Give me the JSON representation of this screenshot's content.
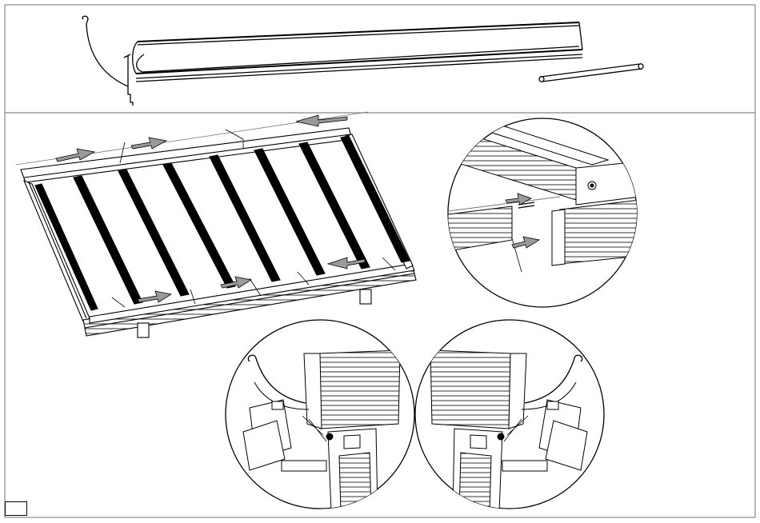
{
  "document": {
    "page_number": ""
  },
  "colors": {
    "ink": "#000000",
    "paper": "#ffffff",
    "arrow_fill": "#9a9a9a",
    "shade_light": "#d9d9d9",
    "shade_mid": "#b5b5b5"
  },
  "figures": [
    {
      "name": "gutter-profile-and-rod",
      "panel": "top"
    },
    {
      "name": "roof-assembly-overview",
      "panel": "bottom-left"
    },
    {
      "name": "detail-rod-insertion",
      "panel": "bottom-right-top"
    },
    {
      "name": "detail-gutter-left",
      "panel": "bottom-middle-left"
    },
    {
      "name": "detail-gutter-right",
      "panel": "bottom-middle-right"
    }
  ],
  "icons": [
    "arrow-icon"
  ]
}
